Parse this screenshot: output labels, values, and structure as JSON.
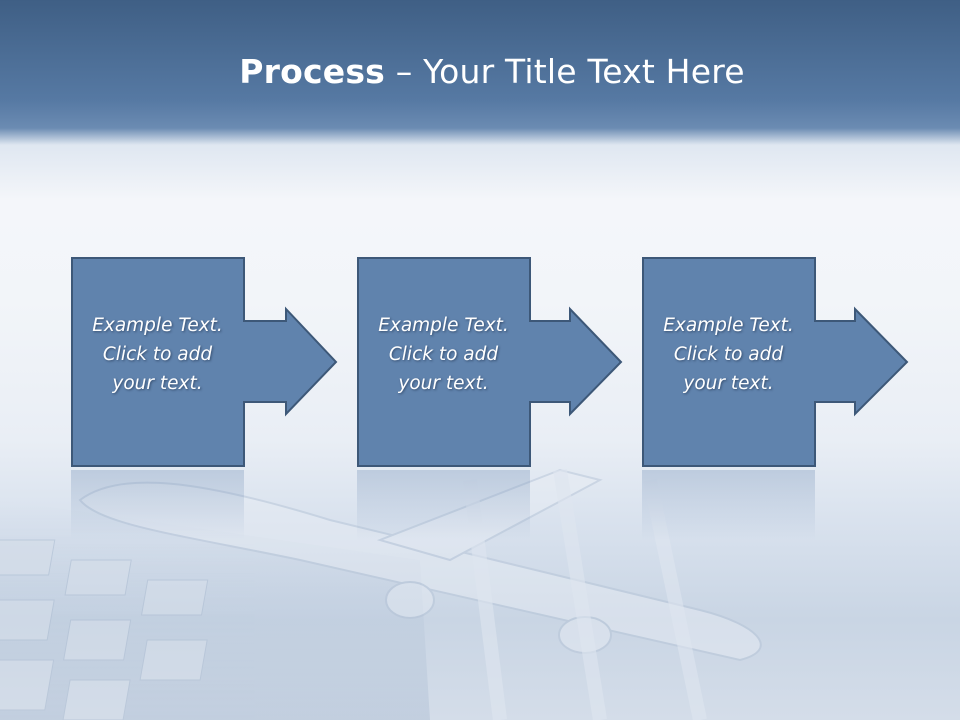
{
  "slide": {
    "title_bold": "Process",
    "title_rest": " – Your Title Text Here"
  },
  "steps": [
    {
      "line1": "Example Text.",
      "line2": "Click  to add",
      "line3": "your text."
    },
    {
      "line1": "Example Text.",
      "line2": "Click  to add",
      "line3": "your text."
    },
    {
      "line1": "Example Text.",
      "line2": "Click  to add",
      "line3": "your text."
    }
  ],
  "colors": {
    "header": "#5679a3",
    "box_fill": "#6083ad",
    "box_border": "#3d5878",
    "text": "#ffffff"
  }
}
